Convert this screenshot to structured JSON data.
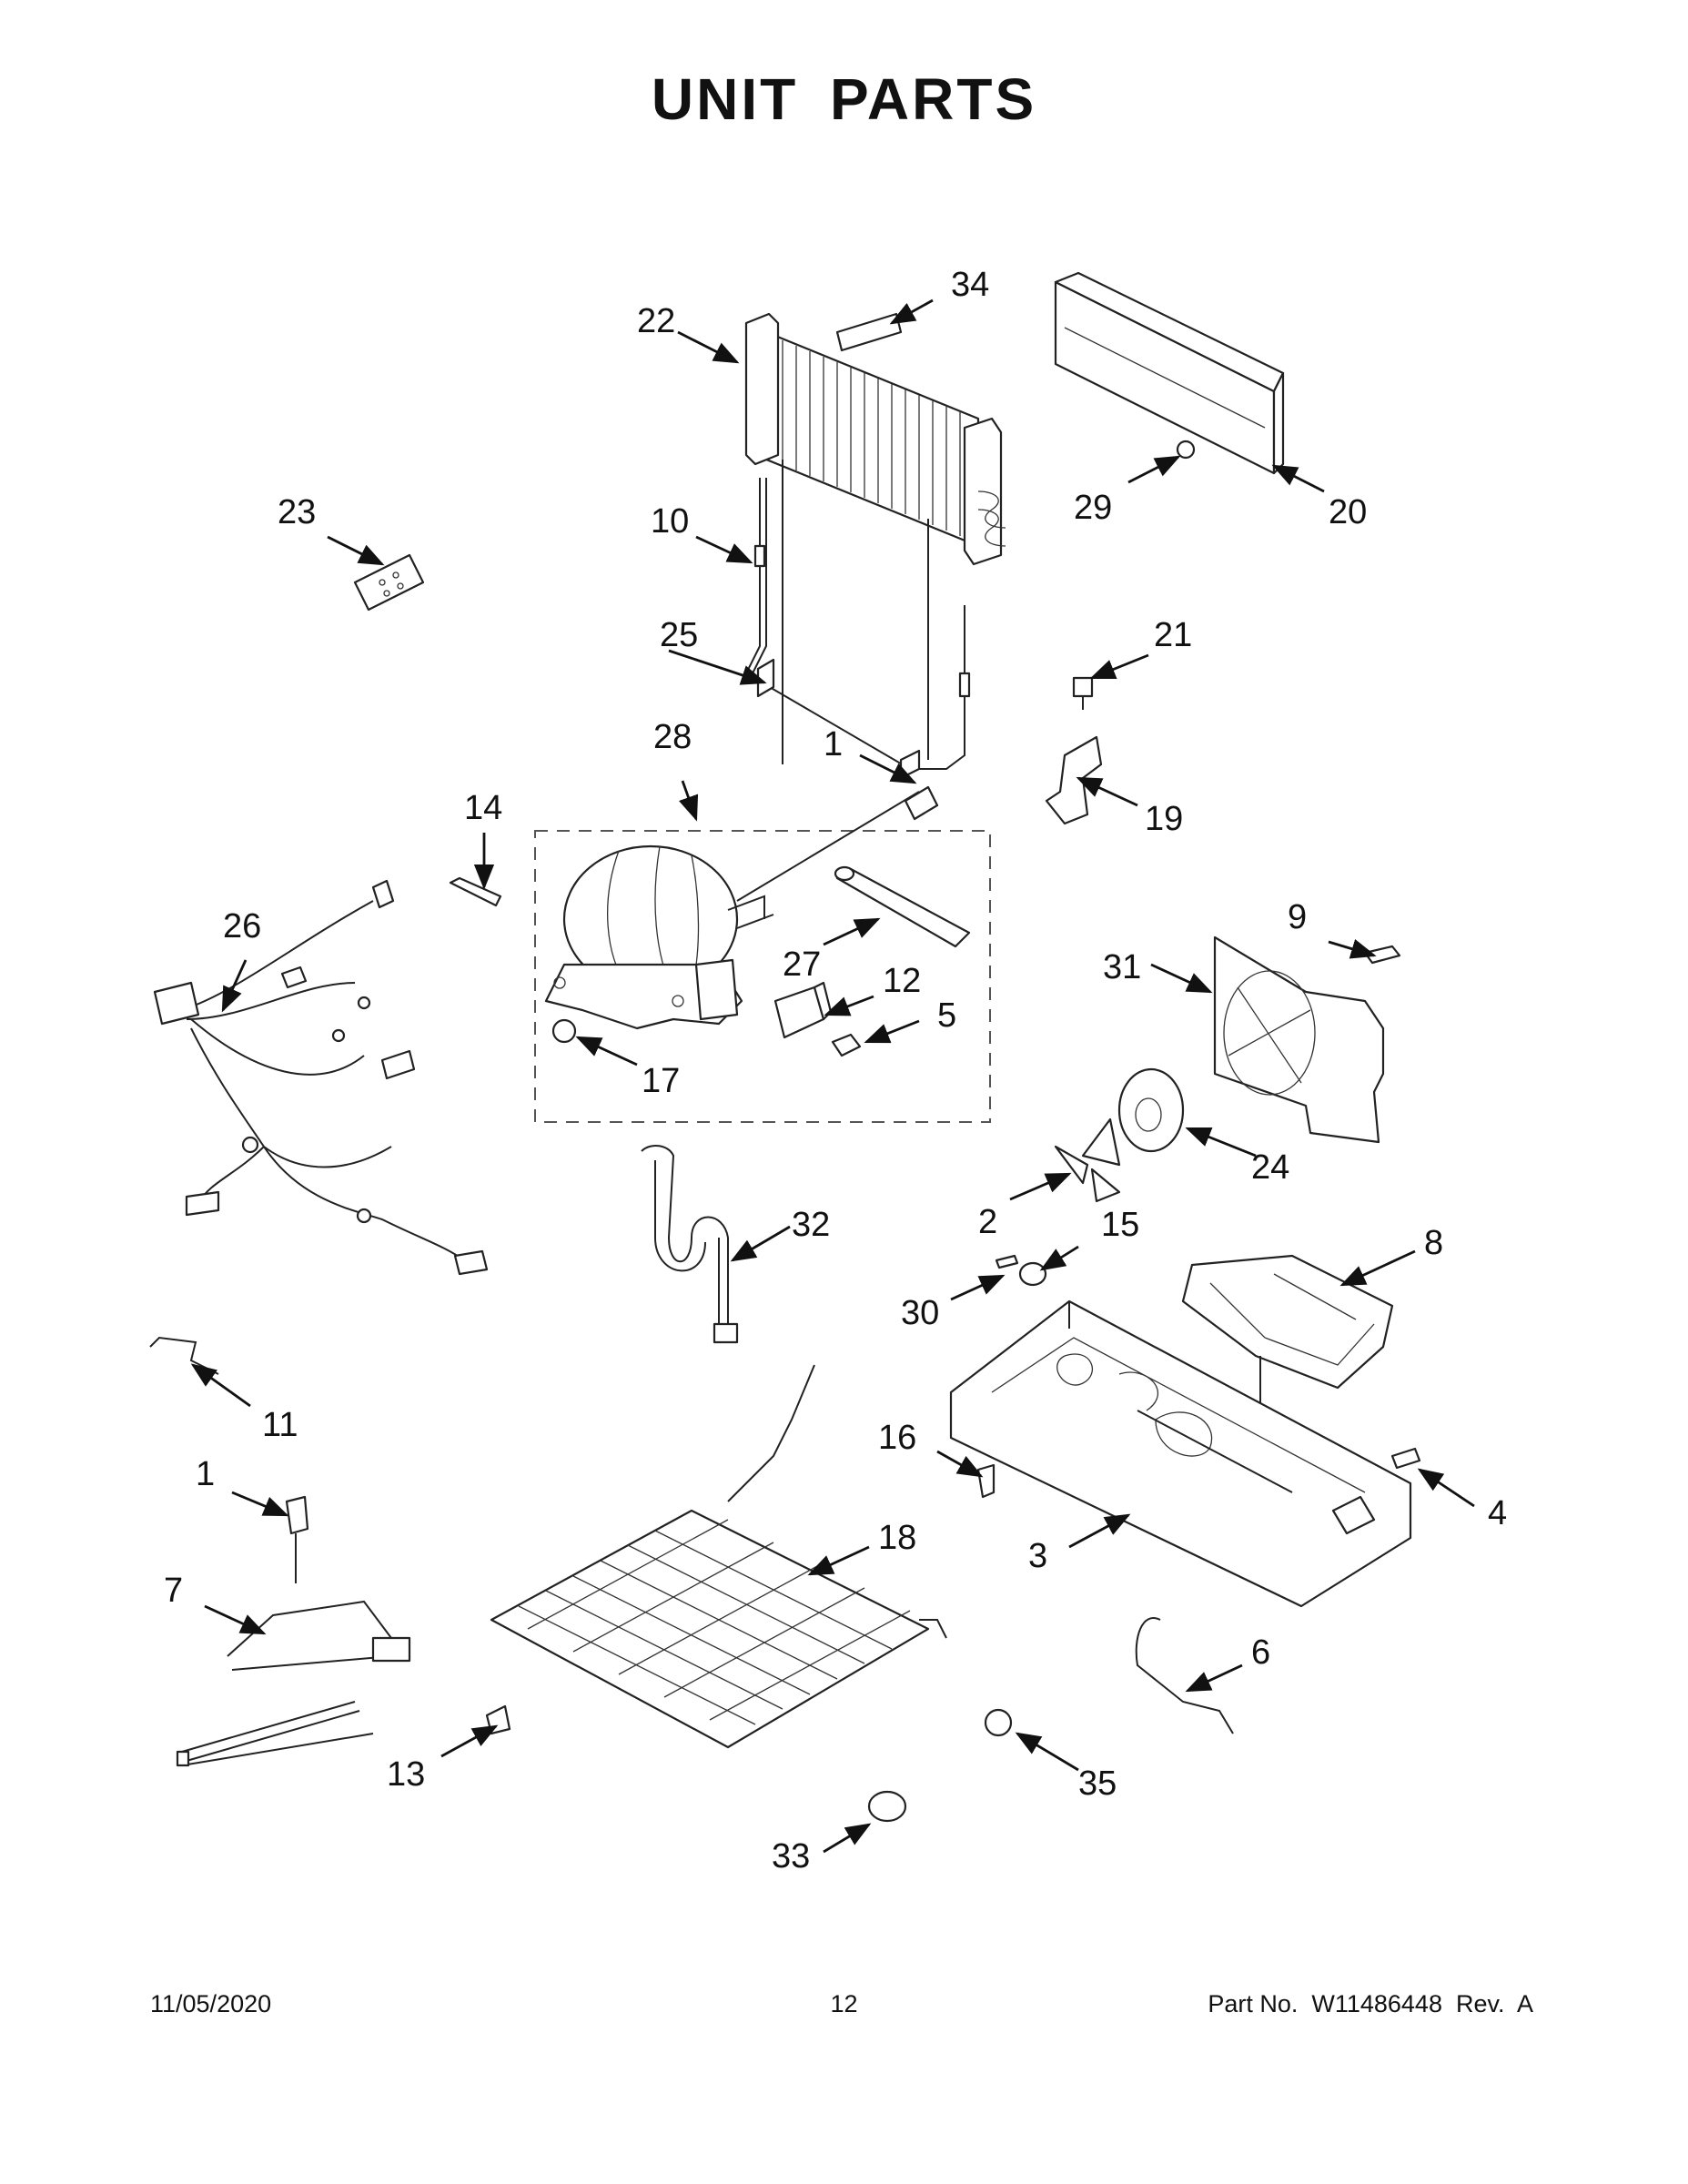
{
  "title": "UNIT PARTS",
  "footer": {
    "date": "11/05/2020",
    "page": "12",
    "part_no": "Part No.  W11486448  Rev.  A"
  },
  "callouts": [
    {
      "key": "c34",
      "label": "34"
    },
    {
      "key": "c22",
      "label": "22"
    },
    {
      "key": "c29",
      "label": "29"
    },
    {
      "key": "c20",
      "label": "20"
    },
    {
      "key": "c23",
      "label": "23"
    },
    {
      "key": "c10",
      "label": "10"
    },
    {
      "key": "c25",
      "label": "25"
    },
    {
      "key": "c21",
      "label": "21"
    },
    {
      "key": "c28",
      "label": "28"
    },
    {
      "key": "c1a",
      "label": "1"
    },
    {
      "key": "c19",
      "label": "19"
    },
    {
      "key": "c14",
      "label": "14"
    },
    {
      "key": "c26",
      "label": "26"
    },
    {
      "key": "c27",
      "label": "27"
    },
    {
      "key": "c12",
      "label": "12"
    },
    {
      "key": "c9",
      "label": "9"
    },
    {
      "key": "c31",
      "label": "31"
    },
    {
      "key": "c5",
      "label": "5"
    },
    {
      "key": "c17",
      "label": "17"
    },
    {
      "key": "c24",
      "label": "24"
    },
    {
      "key": "c32",
      "label": "32"
    },
    {
      "key": "c2",
      "label": "2"
    },
    {
      "key": "c15",
      "label": "15"
    },
    {
      "key": "c8",
      "label": "8"
    },
    {
      "key": "c30",
      "label": "30"
    },
    {
      "key": "c11",
      "label": "11"
    },
    {
      "key": "c16",
      "label": "16"
    },
    {
      "key": "c1b",
      "label": "1"
    },
    {
      "key": "c18",
      "label": "18"
    },
    {
      "key": "c4",
      "label": "4"
    },
    {
      "key": "c3",
      "label": "3"
    },
    {
      "key": "c7",
      "label": "7"
    },
    {
      "key": "c6",
      "label": "6"
    },
    {
      "key": "c13",
      "label": "13"
    },
    {
      "key": "c35",
      "label": "35"
    },
    {
      "key": "c33",
      "label": "33"
    }
  ]
}
